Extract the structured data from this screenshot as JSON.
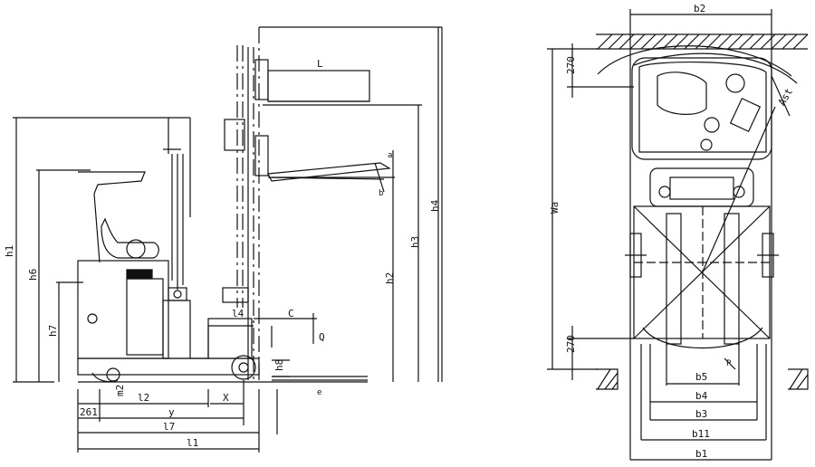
{
  "side_view": {
    "dims": {
      "h1": "h1",
      "h6": "h6",
      "h7": "h7",
      "h2": "h2",
      "h3": "h3",
      "h4": "h4",
      "h8": "h8",
      "m2": "m2",
      "l": "L",
      "l4": "l4",
      "c": "C",
      "q": "Q",
      "l2": "l2",
      "y": "y",
      "x": "X",
      "s261": "261",
      "l7": "l7",
      "l1": "l1",
      "e": "e",
      "a": "a",
      "b": "b"
    }
  },
  "top_view": {
    "dims": {
      "b2": "b2",
      "wa": "Wa",
      "s270a": "270",
      "s270b": "270",
      "ast": "Ast",
      "b5": "b5",
      "b4": "b4",
      "b3": "b3",
      "b11": "b11",
      "b1": "b1",
      "p": "P"
    }
  }
}
